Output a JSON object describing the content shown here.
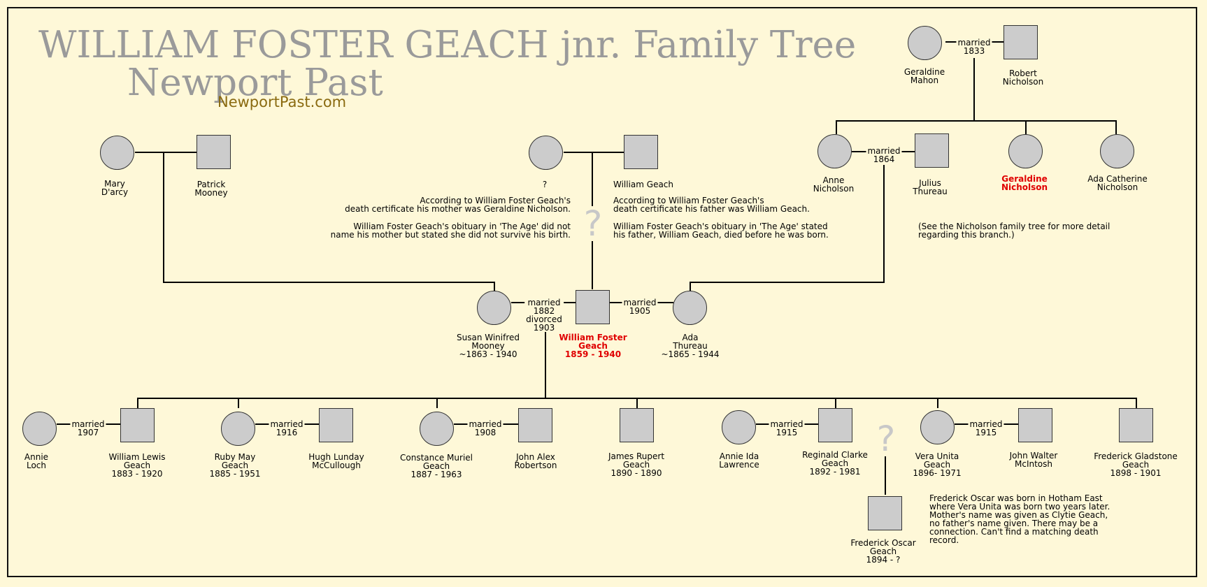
{
  "title": {
    "line1": "WILLIAM FOSTER GEACH jnr. Family Tree",
    "line2": "Newport Past",
    "brand": "NewportPast.com"
  },
  "people": {
    "geraldine_mahon": "Geraldine\nMahon",
    "robert_nicholson": "Robert\nNicholson",
    "mary_darcy": "Mary\nD'arcy",
    "patrick_mooney": "Patrick\nMooney",
    "unknown_mother": "?",
    "william_geach": "William Geach",
    "anne_nicholson": "Anne\nNicholson",
    "julius_thureau": "Julius\nThureau",
    "geraldine_nicholson": "Geraldine\nNicholson",
    "ada_catherine_nicholson": "Ada Catherine\nNicholson",
    "susan_mooney": "Susan Winifred\nMooney\n~1863 - 1940",
    "william_foster_geach": "William Foster\nGeach\n1859 - 1940",
    "ada_thureau": "Ada\nThureau\n~1865 - 1944",
    "annie_loch": "Annie\nLoch",
    "william_lewis_geach": "William Lewis\nGeach\n1883 - 1920",
    "ruby_may_geach": "Ruby May\nGeach\n1885 - 1951",
    "hugh_mccullough": "Hugh Lunday\nMcCullough",
    "constance_geach": "Constance Muriel\nGeach\n1887 - 1963",
    "john_robertson": "John Alex\nRobertson",
    "james_rupert_geach": "James Rupert\nGeach\n1890 - 1890",
    "annie_lawrence": "Annie Ida\nLawrence",
    "reginald_geach": "Reginald Clarke\nGeach\n1892 - 1981",
    "vera_geach": "Vera Unita\nGeach\n1896- 1971",
    "john_mcintosh": "John Walter\nMcIntosh",
    "frederick_gladstone_geach": "Frederick Gladstone\nGeach\n1898 - 1901",
    "frederick_oscar_geach": "Frederick Oscar\nGeach\n1894 - ?"
  },
  "marriages": {
    "mahon_nicholson": "married\n1833",
    "anne_julius": "married\n1864",
    "susan_william": "married\n1882\ndivorced\n1903",
    "william_ada": "married\n1905",
    "annie_william": "married\n1907",
    "ruby_hugh": "married\n1916",
    "constance_john": "married\n1908",
    "annie_reginald": "married\n1915",
    "vera_john": "married\n1915"
  },
  "unknown_marks": {
    "parent": "?",
    "frederick_oscar": "?"
  },
  "notes": {
    "mother_cert": "According to William Foster Geach's\ndeath certificate his mother was Geraldine Nicholson.",
    "mother_obit": "William Foster Geach's obituary in 'The Age' did not\nname his mother but stated she did not survive his birth.",
    "father_cert": "According to William Foster Geach's\ndeath certificate his father was William Geach.",
    "father_obit": "William Foster Geach's obituary in 'The Age' stated\nhis father, William Geach, died before he was born.",
    "nicholson_tree": "(See the Nicholson family tree for more detail\nregarding this branch.)",
    "frederick_oscar": "Frederick Oscar was born in Hotham East\nwhere Vera Unita was born two years later.\nMother's name was given as Clytie Geach,\nno father's name given. There may be a\nconnection. Can't find a matching death\nrecord."
  }
}
